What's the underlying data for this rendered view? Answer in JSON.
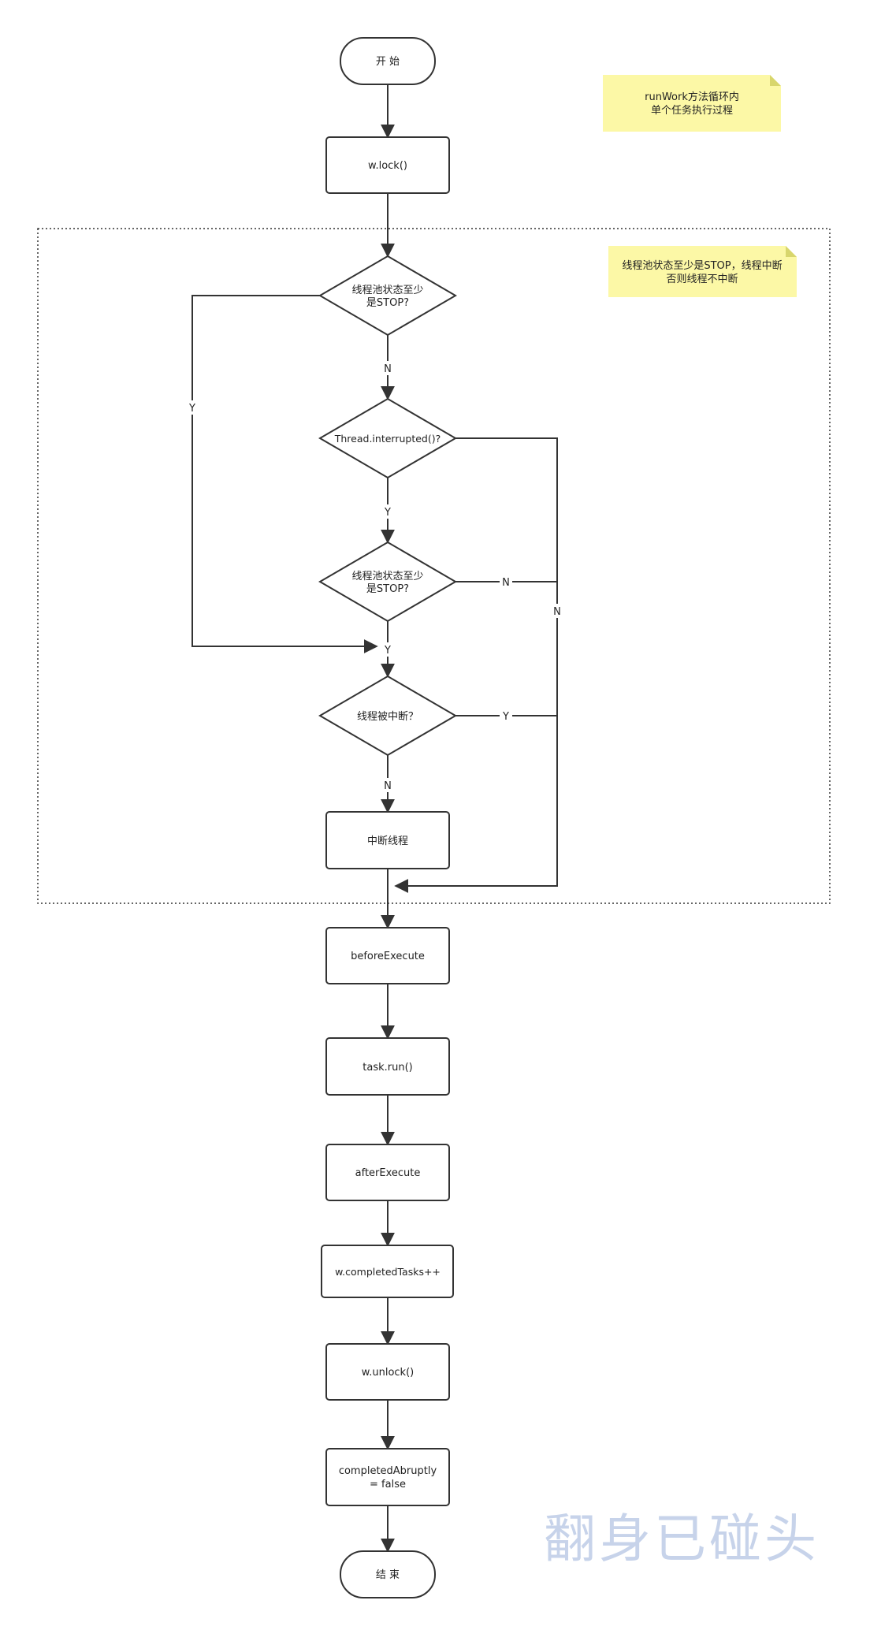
{
  "diagram": {
    "start_label": "开 始",
    "end_label": "结 束",
    "notes": {
      "top": [
        "runWork方法循环内",
        "单个任务执行过程"
      ],
      "side": [
        "线程池状态至少是STOP，线程中断",
        "否则线程不中断"
      ]
    },
    "nodes": {
      "lock": "w.lock()",
      "check_stop_1": [
        "线程池状态至少",
        "是STOP?"
      ],
      "interrupted": "Thread.interrupted()?",
      "check_stop_2": [
        "线程池状态至少",
        "是STOP?"
      ],
      "is_interrupted": "线程被中断？",
      "interrupt": "中断线程",
      "before": "beforeExecute",
      "run": "task.run()",
      "after": "afterExecute",
      "completed": "w.completedTasks++",
      "unlock": "w.unlock()",
      "abrupt": [
        "completedAbruptly",
        "= false"
      ]
    },
    "edge_labels": {
      "stop1_n": "N",
      "stop1_y": "Y",
      "interrupted_y": "Y",
      "interrupted_n": "N",
      "stop2_n": "N",
      "stop2_y": "Y",
      "is_interrupted_y": "Y",
      "is_interrupted_n": "N"
    },
    "watermark": "翻身已碰头"
  }
}
